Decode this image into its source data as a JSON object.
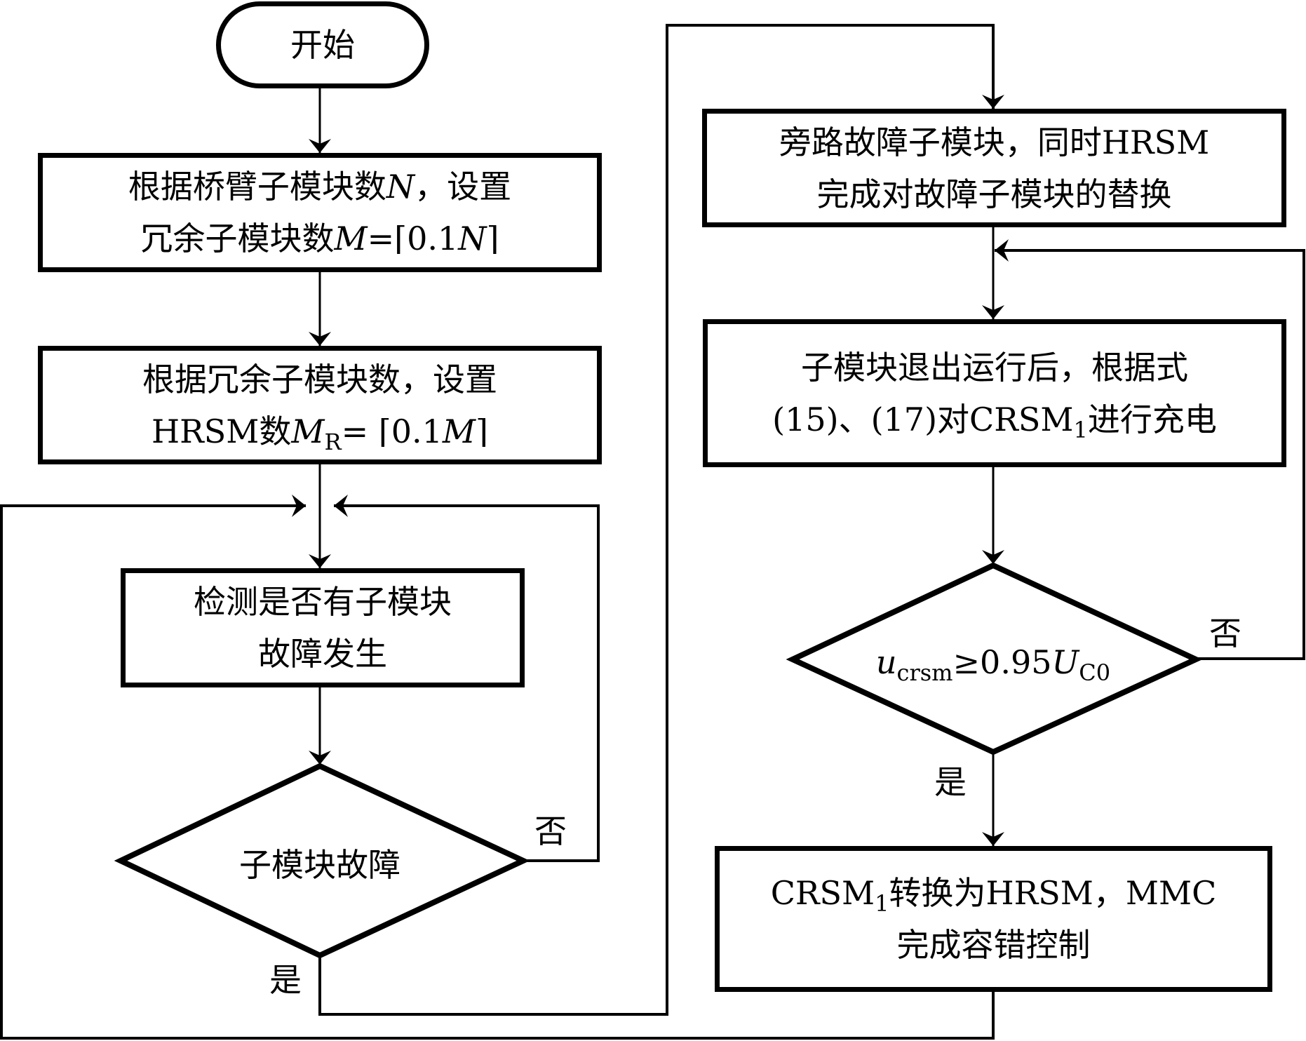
{
  "flowchart": {
    "start": {
      "label": "开始"
    },
    "set_redundant": {
      "line1": {
        "pre": "根据桥臂子模块数",
        "var": "N",
        "post": "，设置"
      },
      "line2": {
        "pre": "冗余子模块数",
        "var": "M",
        "mid": "=⌈0.1",
        "var2": "N",
        "post": "⌉"
      }
    },
    "set_hrsm": {
      "line1": "根据冗余子模块数，设置",
      "line2": {
        "pre": "HRSM数",
        "var": "M",
        "sub": "R",
        "mid": "= ⌈0.1",
        "var2": "M",
        "post": "⌉"
      }
    },
    "detect": {
      "line1": "检测是否有子模块",
      "line2": "故障发生"
    },
    "fault_decision": {
      "label": "子模块故障",
      "yes": "是",
      "no": "否"
    },
    "bypass": {
      "line1": "旁路故障子模块，同时HRSM",
      "line2": "完成对故障子模块的替换"
    },
    "charge": {
      "line1": "子模块退出运行后，根据式",
      "line2": {
        "pre": "(15)、(17)对CRSM",
        "sub": "1",
        "post": "进行充电"
      }
    },
    "voltage_decision": {
      "var": "u",
      "sub": "crsm",
      "mid": "≥0.95",
      "var2": "U",
      "sub2": "C0",
      "yes": "是",
      "no": "否"
    },
    "convert": {
      "line1": {
        "pre": "CRSM",
        "sub": "1",
        "post": "转换为HRSM，MMC"
      },
      "line2": "完成容错控制"
    }
  }
}
